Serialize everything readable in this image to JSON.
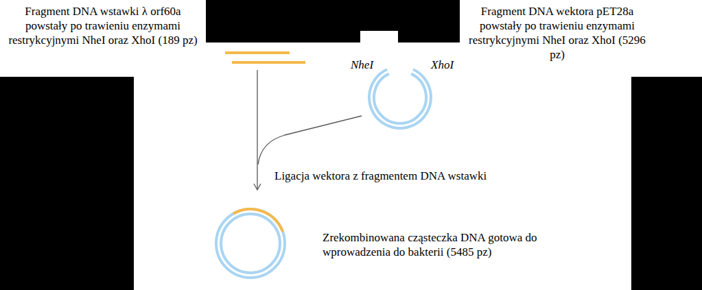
{
  "diagram": {
    "nodes": [
      {
        "text": [
          "Fragment DNA wstawki λ orf60a powstały po trawieniu enzymami restrykcyjnymi NheI oraz XhoI (189 pz)"
        ]
      },
      {
        "text": [
          "Fragment DNA wektora pET28a powstały po trawieniu enzymami restrykcyjnymi NheI oraz XhoI (5296 pz)"
        ]
      }
    ],
    "labels": [
      "NheI",
      "XhoI",
      "Ligacja wektora z fragmentem DNA wstawki",
      "Zrekombinowana cząsteczka DNA gotowa do wprowadzenia do bakterii (5485 pz)"
    ]
  }
}
